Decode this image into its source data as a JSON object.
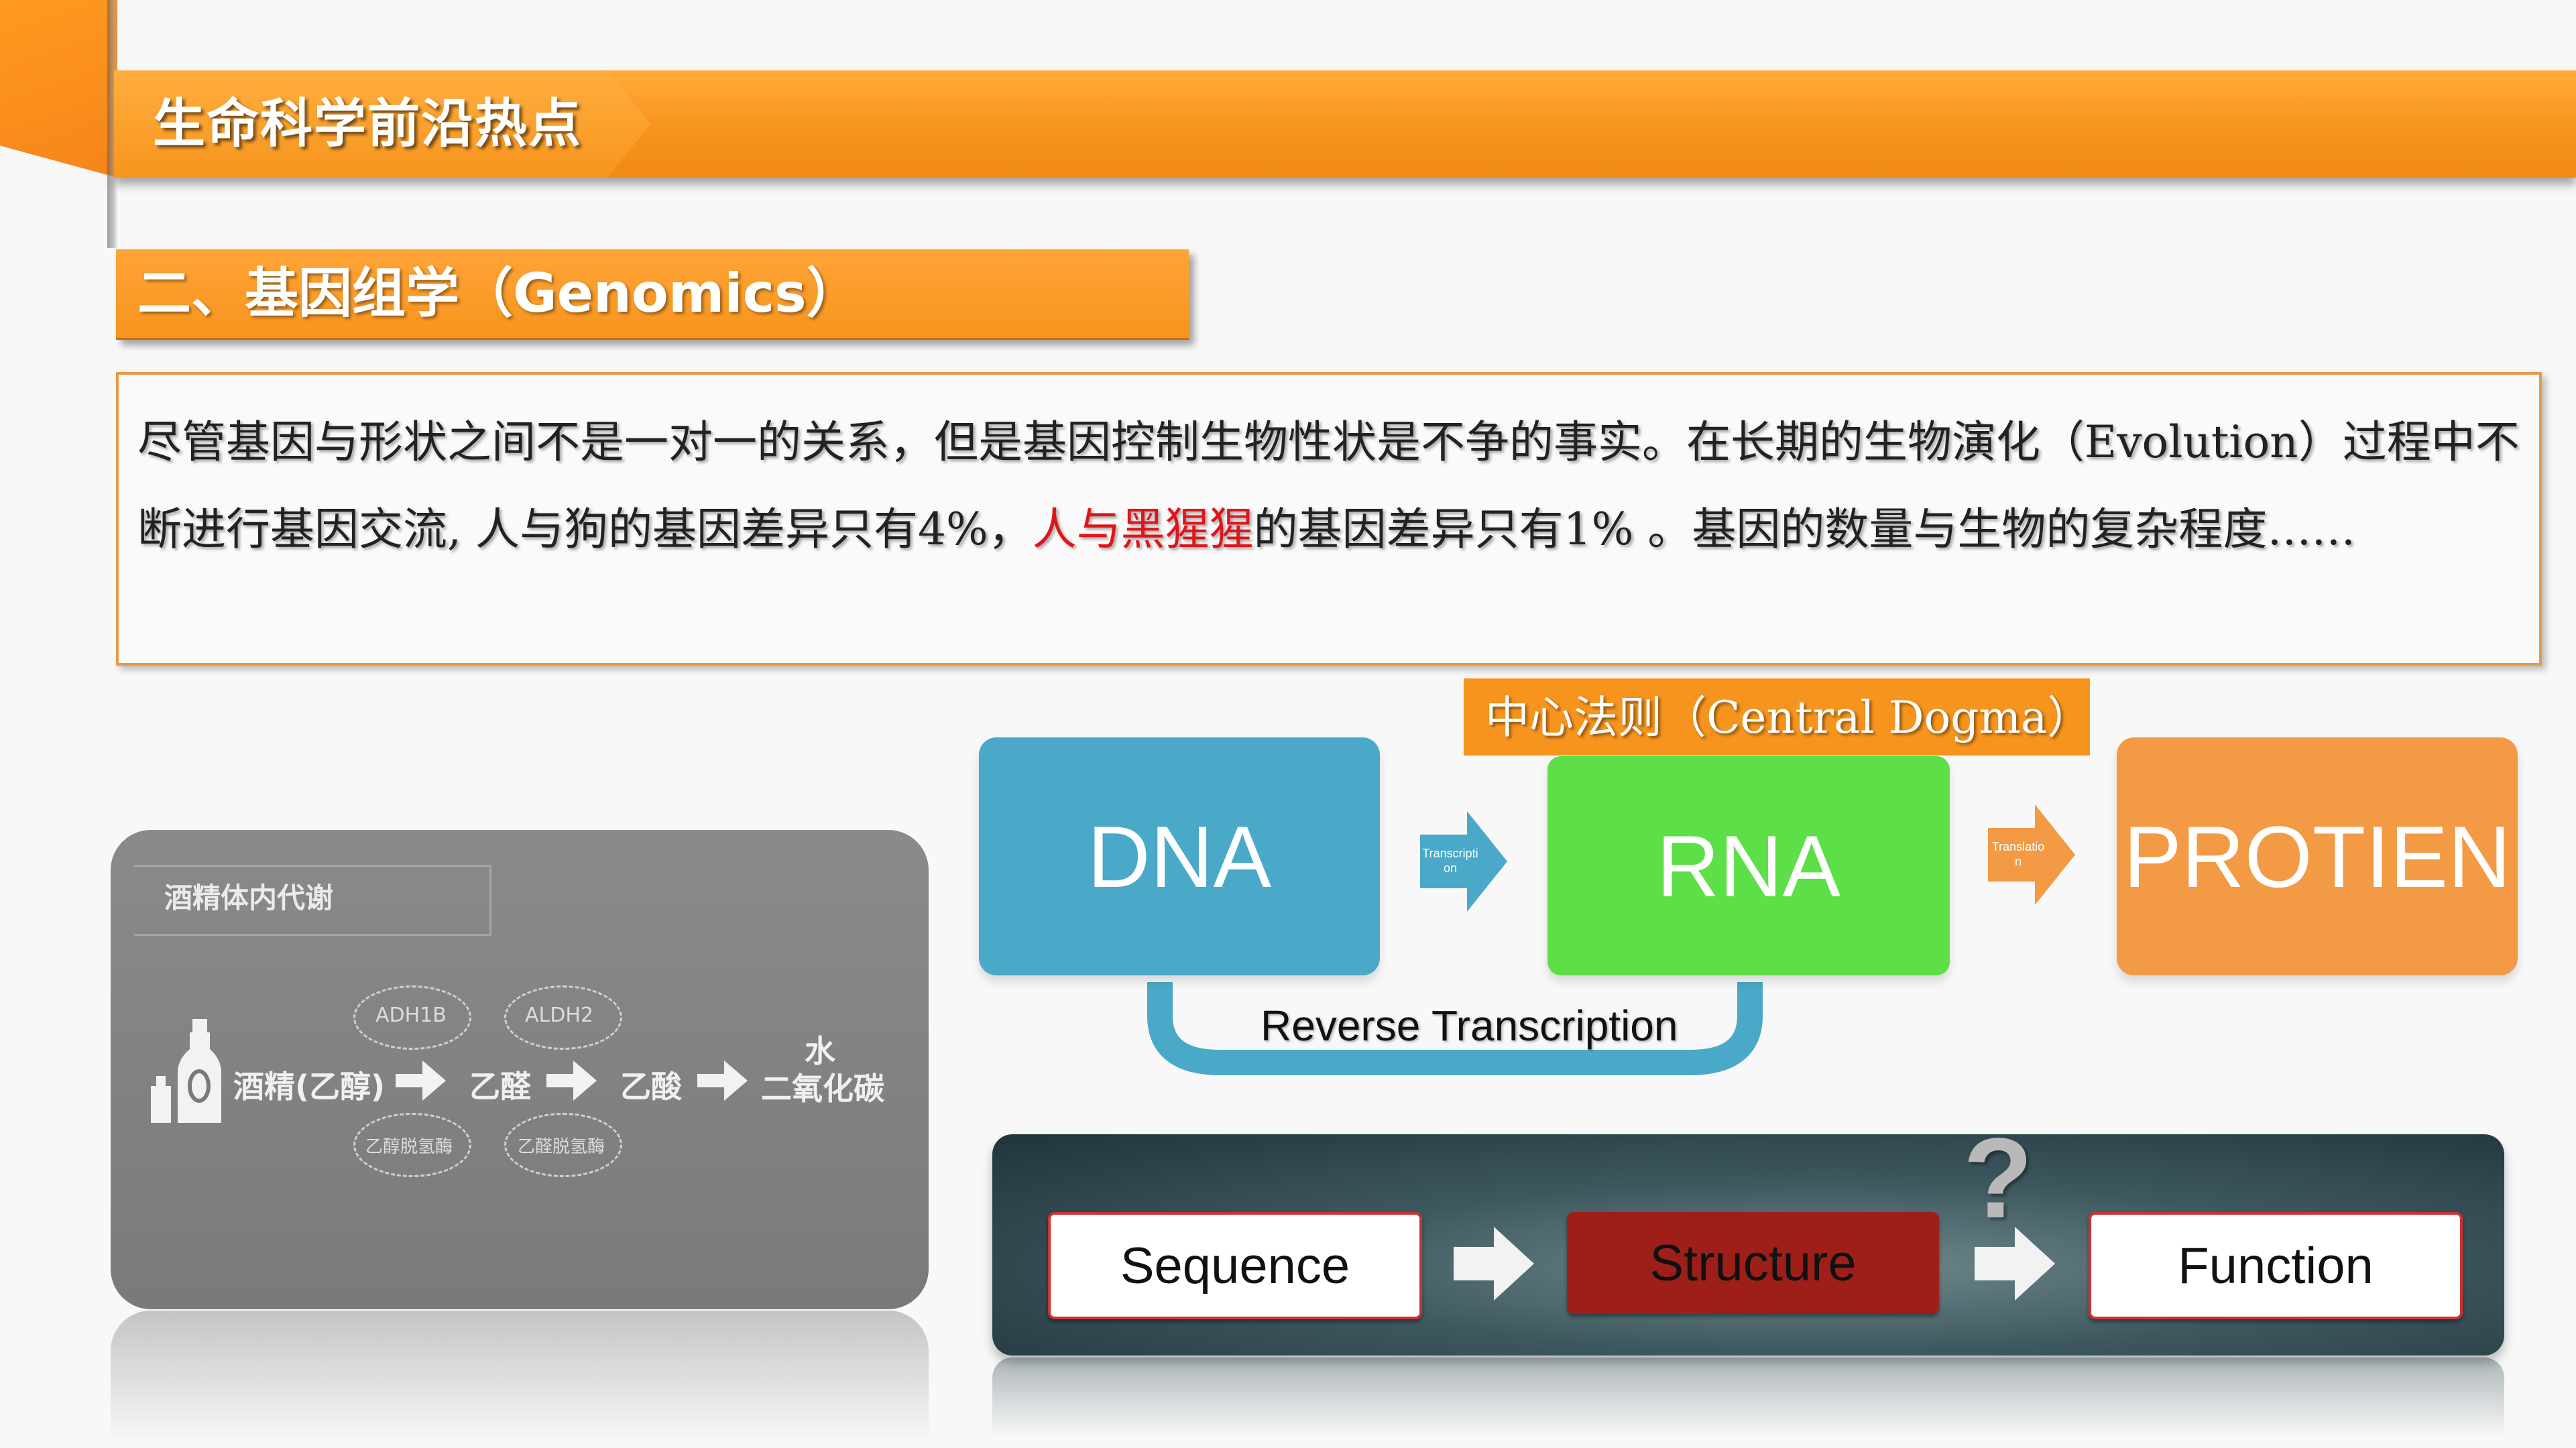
{
  "header": {
    "title": "生命科学前沿热点"
  },
  "section": {
    "title": "二、基因组学（Genomics）"
  },
  "paragraph": {
    "part1": "尽管基因与形状之间不是一对一的关系，但是基因控制生物性状是不争的事实。在长期的生物演化（Evolution）过程中不断进行基因交流, 人与狗的基因差异只有4%，",
    "highlight": "人与黑猩猩",
    "part2": "的基因差异只有1% 。基因的数量与生物的复杂程度……"
  },
  "central_dogma": {
    "label": "中心法则（Central Dogma）",
    "dna": "DNA",
    "rna": "RNA",
    "protein": "PROTIEN",
    "transcription": "Transcripti on",
    "translation": "Translatio n",
    "reverse": "Reverse Transcription"
  },
  "metabolism": {
    "title": "酒精体内代谢",
    "ethanol": "酒精(乙醇)",
    "acetaldehyde": "乙醛",
    "acetic_acid": "乙酸",
    "water": "水",
    "co2": "二氧化碳",
    "enzyme1": "ADH1B",
    "enzyme2": "ALDH2",
    "enzyme1_name": "乙醇脱氢酶",
    "enzyme2_name": "乙醛脱氢酶"
  },
  "ssf": {
    "sequence": "Sequence",
    "structure": "Structure",
    "function": "Function",
    "question": "?"
  },
  "colors": {
    "orange": "#f7941d",
    "dna": "#4aa9c8",
    "rna": "#5ddf48",
    "protein": "#f39a45",
    "highlight": "#e0141b"
  }
}
